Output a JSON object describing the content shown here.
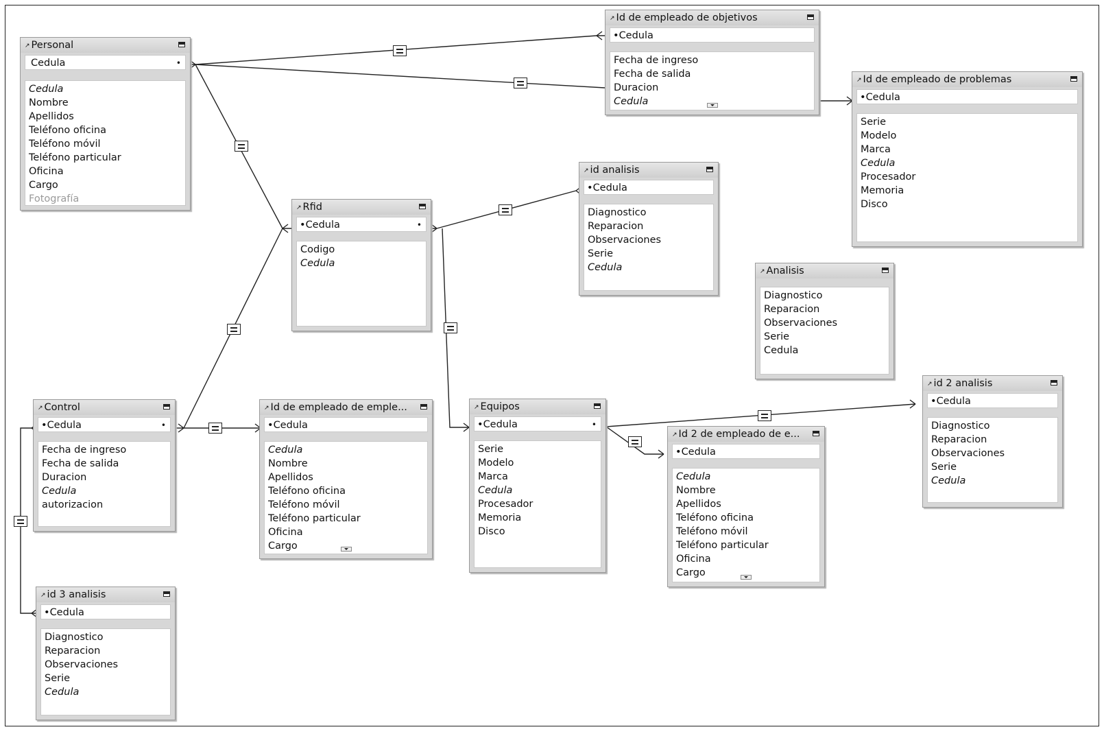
{
  "tables": {
    "personal": {
      "title": "Personal",
      "key": "Cedula",
      "fields": [
        "Cedula",
        "Nombre",
        "Apellidos",
        "Teléfono oficina",
        "Teléfono móvil",
        "Teléfono particular",
        "Oficina",
        "Cargo",
        "Fotografía"
      ]
    },
    "objetivos": {
      "title": "Id de empleado de objetivos",
      "key": "Cedula",
      "fields": [
        "Fecha de ingreso",
        "Fecha de salida",
        "Duracion",
        "Cedula"
      ]
    },
    "problemas": {
      "title": "Id de empleado de problemas",
      "key": "Cedula",
      "fields": [
        "Serie",
        "Modelo",
        "Marca",
        "Cedula",
        "Procesador",
        "Memoria",
        "Disco"
      ]
    },
    "rfid": {
      "title": "Rfid",
      "key": "Cedula",
      "fields": [
        "Codigo",
        "Cedula"
      ]
    },
    "id_analisis": {
      "title": "id analisis",
      "key": "Cedula",
      "fields": [
        "Diagnostico",
        "Reparacion",
        "Observaciones",
        "Serie",
        "Cedula"
      ]
    },
    "analisis": {
      "title": "Analisis",
      "key": "",
      "fields": [
        "Diagnostico",
        "Reparacion",
        "Observaciones",
        "Serie",
        "Cedula"
      ]
    },
    "control": {
      "title": "Control",
      "key": "Cedula",
      "fields": [
        "Fecha de ingreso",
        "Fecha de salida",
        "Duracion",
        "Cedula",
        "autorizacion"
      ]
    },
    "empleados": {
      "title": "Id de empleado de emple...",
      "key": "Cedula",
      "fields": [
        "Cedula",
        "Nombre",
        "Apellidos",
        "Teléfono oficina",
        "Teléfono móvil",
        "Teléfono particular",
        "Oficina",
        "Cargo"
      ]
    },
    "equipos": {
      "title": "Equipos",
      "key": "Cedula",
      "fields": [
        "Serie",
        "Modelo",
        "Marca",
        "Cedula",
        "Procesador",
        "Memoria",
        "Disco"
      ]
    },
    "id2_empleado": {
      "title": "Id 2 de empleado de e...",
      "key": "Cedula",
      "fields": [
        "Cedula",
        "Nombre",
        "Apellidos",
        "Teléfono oficina",
        "Teléfono móvil",
        "Teléfono particular",
        "Oficina",
        "Cargo"
      ]
    },
    "id2_analisis": {
      "title": "id 2 analisis",
      "key": "Cedula",
      "fields": [
        "Diagnostico",
        "Reparacion",
        "Observaciones",
        "Serie",
        "Cedula"
      ]
    },
    "id3_analisis": {
      "title": "id 3 analisis",
      "key": "Cedula",
      "fields": [
        "Diagnostico",
        "Reparacion",
        "Observaciones",
        "Serie",
        "Cedula"
      ]
    }
  },
  "relationships": [
    {
      "from": "Personal",
      "to": "Id de empleado de objetivos",
      "operator": "="
    },
    {
      "from": "Personal",
      "to": "Id de empleado de problemas",
      "operator": "="
    },
    {
      "from": "Personal",
      "to": "Rfid",
      "operator": "="
    },
    {
      "from": "Rfid",
      "to": "id analisis",
      "operator": "="
    },
    {
      "from": "Rfid",
      "to": "Equipos",
      "operator": "="
    },
    {
      "from": "Control",
      "to": "Rfid",
      "operator": "="
    },
    {
      "from": "Control",
      "to": "Id de empleado de emple...",
      "operator": "="
    },
    {
      "from": "Control",
      "to": "id 3 analisis",
      "operator": "="
    },
    {
      "from": "Equipos",
      "to": "id 2 analisis",
      "operator": "="
    },
    {
      "from": "Equipos",
      "to": "Id 2 de empleado de e...",
      "operator": "="
    }
  ]
}
